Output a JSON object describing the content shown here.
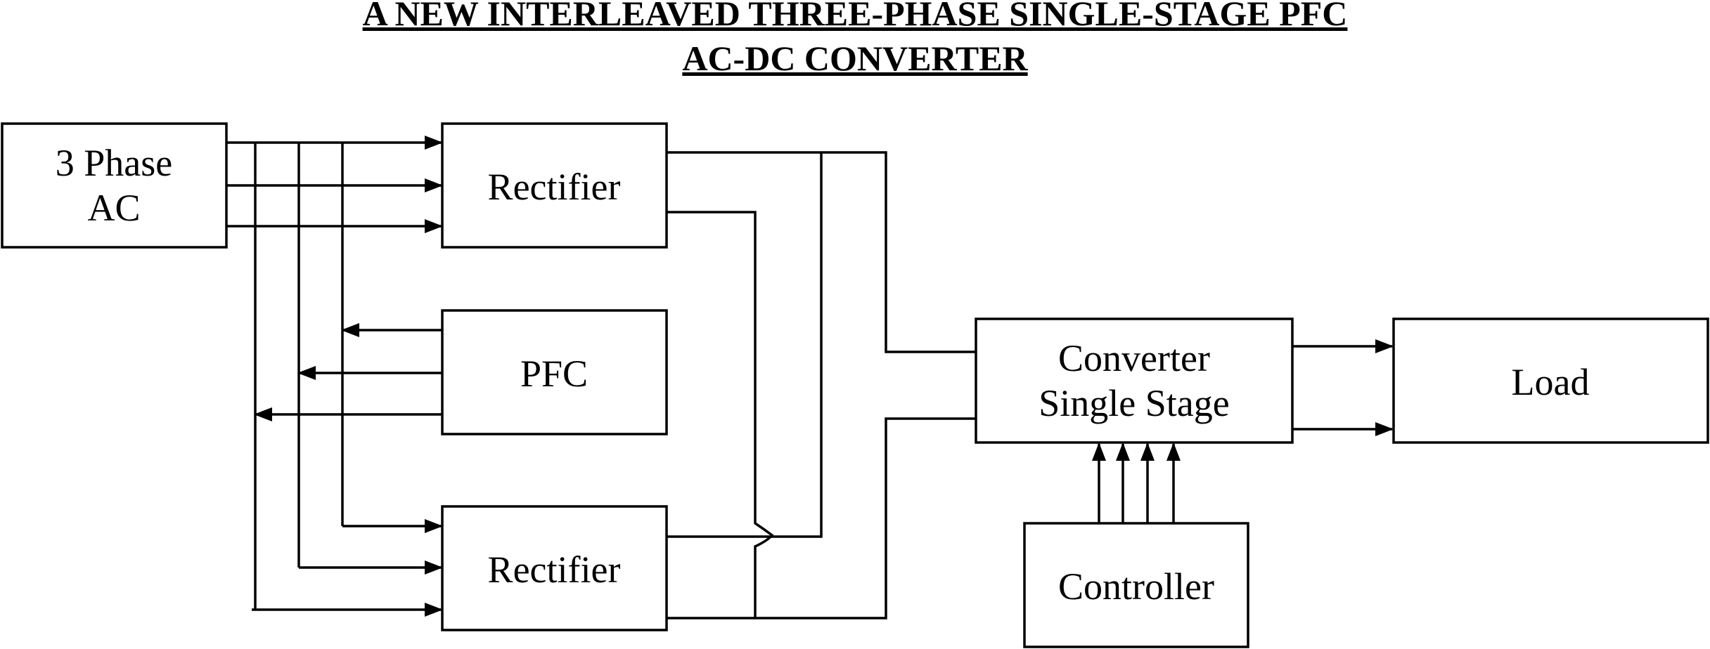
{
  "title": {
    "line1": "A NEW INTERLEAVED THREE-PHASE SINGLE-STAGE PFC",
    "line2": "AC-DC CONVERTER"
  },
  "blocks": {
    "ac_source": {
      "lines": [
        "3 Phase",
        "AC"
      ]
    },
    "rectifier_top": {
      "lines": [
        "Rectifier"
      ]
    },
    "pfc": {
      "lines": [
        "PFC"
      ]
    },
    "rectifier_bottom": {
      "lines": [
        "Rectifier"
      ]
    },
    "converter": {
      "lines": [
        "Converter",
        "Single Stage"
      ]
    },
    "load": {
      "lines": [
        "Load"
      ]
    },
    "controller": {
      "lines": [
        "Controller"
      ]
    }
  },
  "colors": {
    "line": "#000000",
    "background": "#ffffff"
  }
}
